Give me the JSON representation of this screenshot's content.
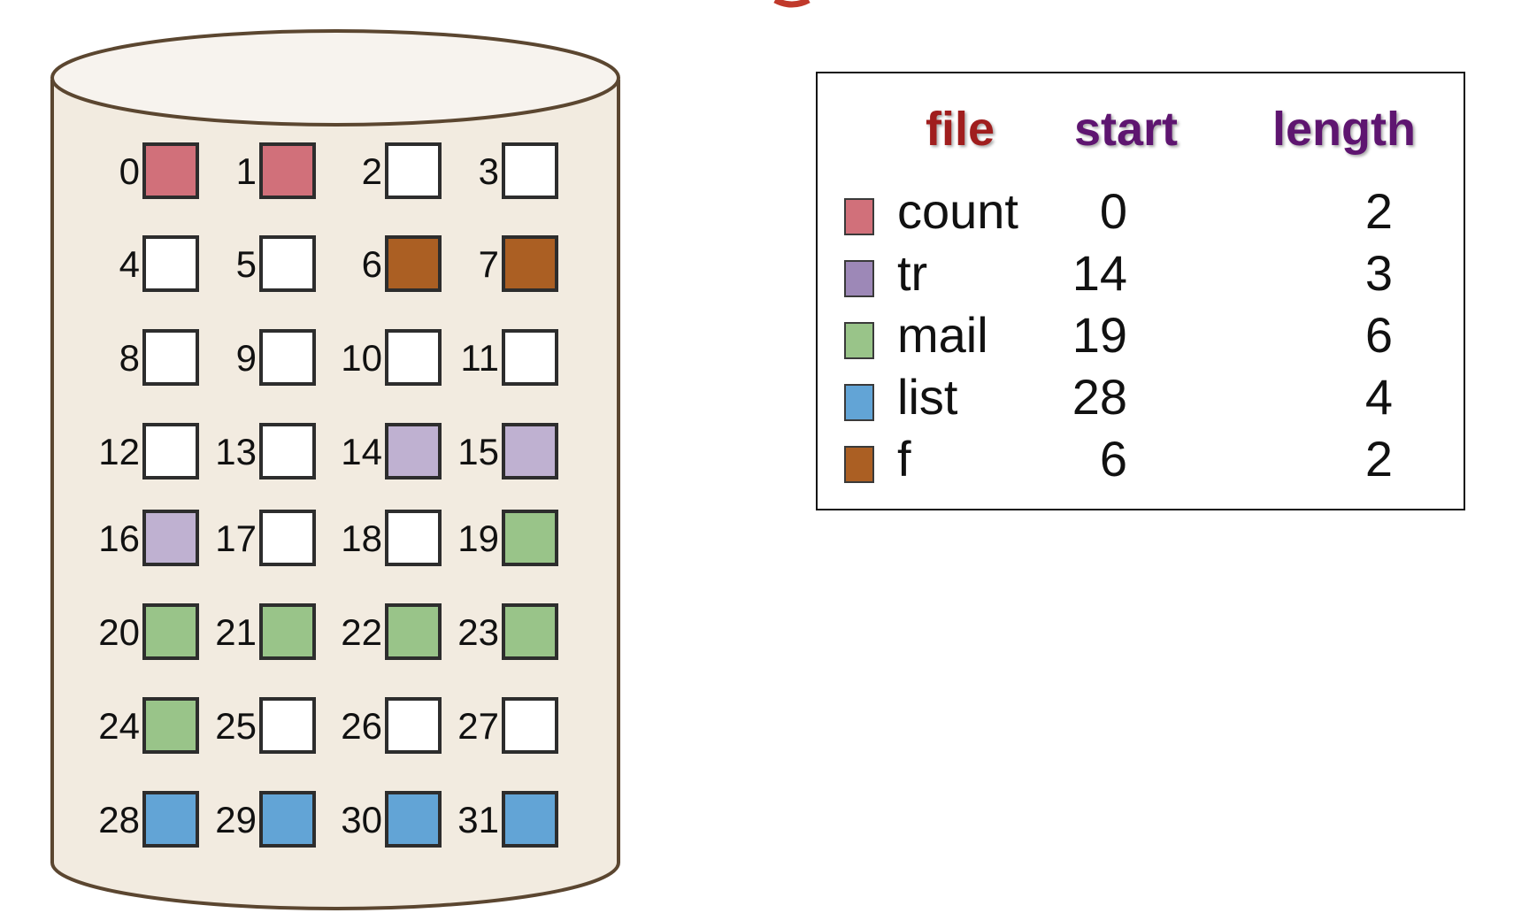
{
  "colors": {
    "title_fragment": "#c0392b",
    "header_file": "#a01e1e",
    "header_other": "#5e1570",
    "disk_fill": "#f2ebe0",
    "disk_top_fill": "#f7f3ee",
    "disk_outline": "#5b4630",
    "count": "#d1707a",
    "tr": "#9d88b7",
    "tr_disk": "#bfb1d1",
    "mail": "#99c489",
    "list": "#62a4d6",
    "f": "#ab5f23",
    "free": "#ffffff"
  },
  "disk": {
    "blocks": [
      {
        "n": "0",
        "file": "count"
      },
      {
        "n": "1",
        "file": "count"
      },
      {
        "n": "2",
        "file": "free"
      },
      {
        "n": "3",
        "file": "free"
      },
      {
        "n": "4",
        "file": "free"
      },
      {
        "n": "5",
        "file": "free"
      },
      {
        "n": "6",
        "file": "f"
      },
      {
        "n": "7",
        "file": "f"
      },
      {
        "n": "8",
        "file": "free"
      },
      {
        "n": "9",
        "file": "free"
      },
      {
        "n": "10",
        "file": "free"
      },
      {
        "n": "11",
        "file": "free"
      },
      {
        "n": "12",
        "file": "free"
      },
      {
        "n": "13",
        "file": "free"
      },
      {
        "n": "14",
        "file": "tr"
      },
      {
        "n": "15",
        "file": "tr"
      },
      {
        "n": "16",
        "file": "tr"
      },
      {
        "n": "17",
        "file": "free"
      },
      {
        "n": "18",
        "file": "free"
      },
      {
        "n": "19",
        "file": "mail"
      },
      {
        "n": "20",
        "file": "mail"
      },
      {
        "n": "21",
        "file": "mail"
      },
      {
        "n": "22",
        "file": "mail"
      },
      {
        "n": "23",
        "file": "mail"
      },
      {
        "n": "24",
        "file": "mail"
      },
      {
        "n": "25",
        "file": "free"
      },
      {
        "n": "26",
        "file": "free"
      },
      {
        "n": "27",
        "file": "free"
      },
      {
        "n": "28",
        "file": "list"
      },
      {
        "n": "29",
        "file": "list"
      },
      {
        "n": "30",
        "file": "list"
      },
      {
        "n": "31",
        "file": "list"
      }
    ]
  },
  "table": {
    "headers": {
      "file": "file",
      "start": "start",
      "length": "length"
    },
    "rows": [
      {
        "name": "count",
        "start": "0",
        "length": "2",
        "color_key": "count"
      },
      {
        "name": "tr",
        "start": "14",
        "length": "3",
        "color_key": "tr"
      },
      {
        "name": "mail",
        "start": "19",
        "length": "6",
        "color_key": "mail"
      },
      {
        "name": "list",
        "start": "28",
        "length": "4",
        "color_key": "list"
      },
      {
        "name": "f",
        "start": "6",
        "length": "2",
        "color_key": "f"
      }
    ]
  }
}
